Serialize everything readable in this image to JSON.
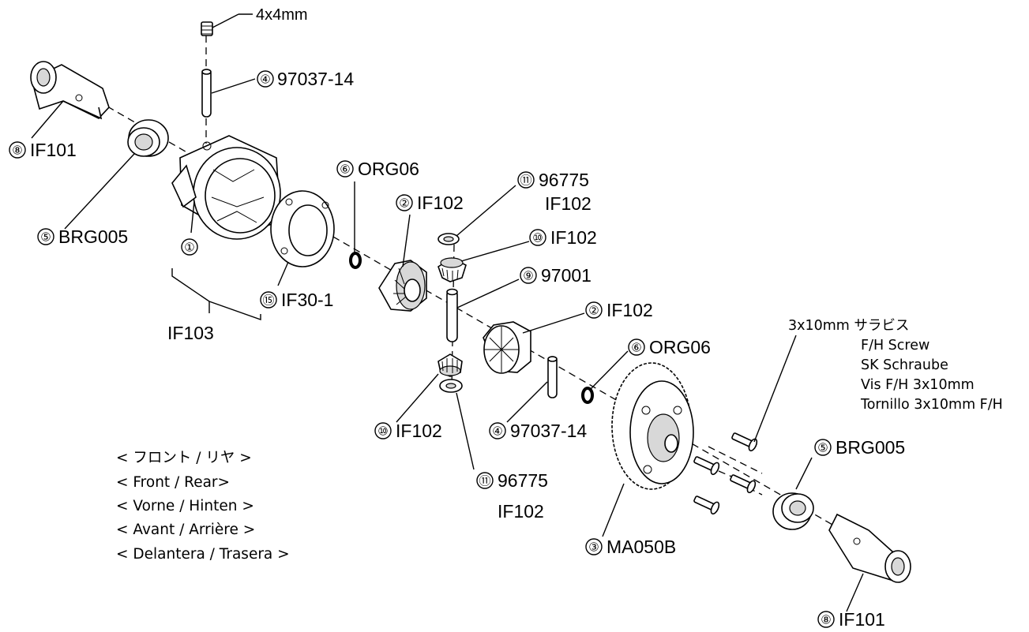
{
  "callouts": {
    "setscrew": {
      "text": "4x4mm"
    },
    "pin_top": {
      "num": "④",
      "text": "97037-14"
    },
    "cup_left": {
      "num": "⑧",
      "text": "IF101"
    },
    "bearing_left": {
      "num": "⑤",
      "text": "BRG005"
    },
    "case": {
      "num": "①"
    },
    "case_kit": {
      "text": "IF103"
    },
    "cover": {
      "num": "⑮",
      "text": "IF30-1"
    },
    "oring_left": {
      "num": "⑥",
      "text": "ORG06"
    },
    "gear_left": {
      "num": "②",
      "text": "IF102"
    },
    "washer_top": {
      "num": "⑪",
      "text": "96775",
      "text2": "IF102"
    },
    "pinion_top": {
      "num": "⑩",
      "text": "IF102"
    },
    "shaft": {
      "num": "⑨",
      "text": "97001"
    },
    "gear_right": {
      "num": "②",
      "text": "IF102"
    },
    "oring_right": {
      "num": "⑥",
      "text": "ORG06"
    },
    "pinion_bottom": {
      "num": "⑩",
      "text": "IF102"
    },
    "pin_bottom": {
      "num": "④",
      "text": "97037-14"
    },
    "washer_bottom": {
      "num": "⑪",
      "text": "96775",
      "text2": "IF102"
    },
    "spur_gear": {
      "num": "③",
      "text": "MA050B"
    },
    "bearing_right": {
      "num": "⑤",
      "text": "BRG005"
    },
    "cup_right": {
      "num": "⑧",
      "text": "IF101"
    }
  },
  "screw_note": {
    "lines": [
      "3x10mm サラビス",
      "F/H Screw",
      "SK Schraube",
      "Vis F/H 3x10mm",
      "Tornillo 3x10mm F/H"
    ]
  },
  "legend": {
    "lines": [
      "< フロント / リヤ >",
      "< Front / Rear>",
      "< Vorne / Hinten >",
      "< Avant / Arrière >",
      "< Delantera / Trasera >"
    ]
  }
}
